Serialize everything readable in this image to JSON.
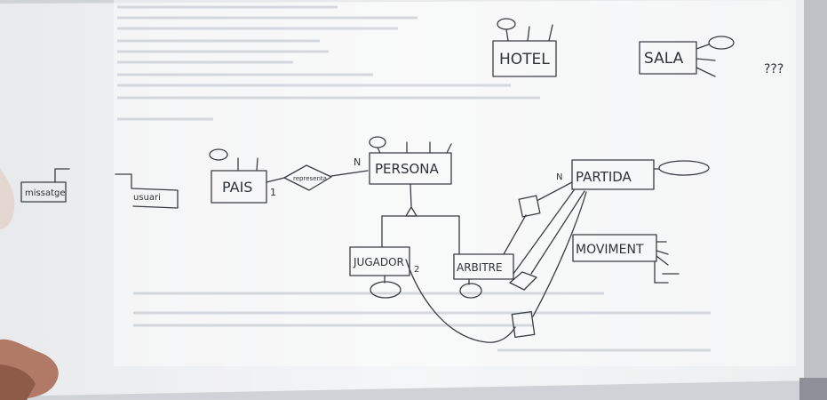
{
  "entities": {
    "hotel": "HOTEL",
    "sala": "SALA",
    "pais": "PAIS",
    "persona": "PERSONA",
    "partida": "PARTIDA",
    "jugador": "JUGADOR",
    "arbitre": "ARBITRE",
    "moviment": "MOVIMENT",
    "missatge": "missatge",
    "usuari": "usuari"
  },
  "relationships": {
    "pais_persona": "representa"
  },
  "cardinalities": {
    "persona_n": "N",
    "pais_1": "1",
    "partida_n": "N",
    "jugador_n": "2"
  },
  "question_marks": "???",
  "colors": {
    "board": "#f1f3f4",
    "ink": "#3a3d42",
    "wall": "#d7d9dc"
  }
}
